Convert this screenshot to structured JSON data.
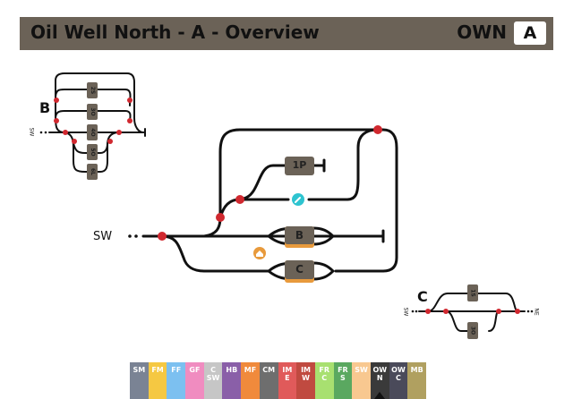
{
  "header": {
    "title": "Oil Well North - A - Overview",
    "site_code": "OWN",
    "unit": "A"
  },
  "main": {
    "origin_label": "SW",
    "tracks": [
      "1P",
      "B",
      "C"
    ],
    "icons": [
      "wrench-icon",
      "home-icon"
    ]
  },
  "inset_b": {
    "label": "B",
    "direction": "SW",
    "tracks": [
      "2S",
      "3O",
      "4O",
      "5O",
      "6L"
    ]
  },
  "inset_c": {
    "label": "C",
    "left": "SW",
    "right": "NE",
    "tracks": [
      "1S",
      "3O"
    ]
  },
  "tabs": [
    {
      "l1": "SM",
      "l2": "",
      "color": "#7a8394"
    },
    {
      "l1": "FM",
      "l2": "",
      "color": "#f5c842"
    },
    {
      "l1": "FF",
      "l2": "",
      "color": "#7cc0f0"
    },
    {
      "l1": "GF",
      "l2": "",
      "color": "#f08cc0"
    },
    {
      "l1": "C",
      "l2": "SW",
      "color": "#c6c6c6"
    },
    {
      "l1": "HB",
      "l2": "",
      "color": "#8a5fa8"
    },
    {
      "l1": "MF",
      "l2": "",
      "color": "#f08a3c"
    },
    {
      "l1": "CM",
      "l2": "",
      "color": "#6e6e6e"
    },
    {
      "l1": "IM",
      "l2": "E",
      "color": "#e05a5a"
    },
    {
      "l1": "IM",
      "l2": "W",
      "color": "#c04a40"
    },
    {
      "l1": "FR",
      "l2": "C",
      "color": "#a8e070"
    },
    {
      "l1": "FR",
      "l2": "S",
      "color": "#5aa860"
    },
    {
      "l1": "SW",
      "l2": "",
      "color": "#f8c890"
    },
    {
      "l1": "OW",
      "l2": "N",
      "color": "#3a3a3a",
      "selected": true
    },
    {
      "l1": "OW",
      "l2": "C",
      "color": "#4a4a5a"
    },
    {
      "l1": "MB",
      "l2": "",
      "color": "#b0a060"
    }
  ]
}
